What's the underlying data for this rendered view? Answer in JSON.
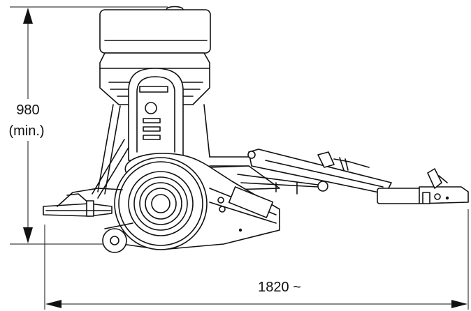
{
  "dimensions": {
    "height_value": "980",
    "height_note": "(min.)",
    "length_value": "1820 ~"
  }
}
